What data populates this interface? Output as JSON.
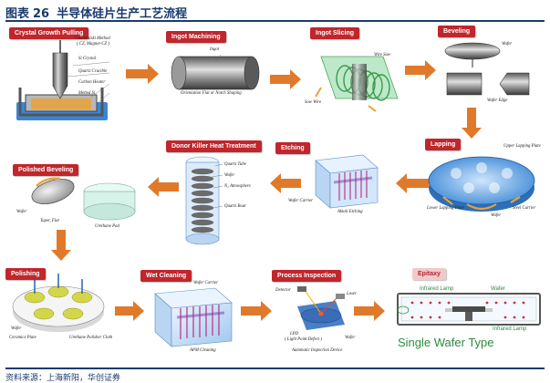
{
  "title": {
    "prefix": "图表",
    "number": "26",
    "text": "半导体硅片生产工艺流程"
  },
  "footer": "资料来源：上海新阳，华创证券",
  "stages": {
    "crystal_growth": "Crystal Growth Pulling",
    "ingot_machining": "Ingot Machining",
    "ingot_slicing": "Ingot Slicing",
    "beveling": "Beveling",
    "lapping": "Lapping",
    "etching": "Etching",
    "donor_killer": "Donor Killer Heat Treatment",
    "polished_beveling": "Polished Beveling",
    "polishing": "Polishing",
    "wet_cleaning": "Wet Cleaning",
    "process_inspection": "Process Inspection",
    "epitaxy": "Epitaxy"
  },
  "annotations": {
    "czochralski": "Czochralski Method",
    "cz_sub": "( CZ, Magnet-CZ )",
    "si_crystal": "Si Crystal",
    "quartz_crucible": "Quartz Crucible",
    "carbon_heater": "Carbon Heater",
    "melted_si": "Melted Si",
    "ingot": "Ingot",
    "orientation": "Orientation Flat or Notch Shaping",
    "wire_saw": "Wire Saw",
    "saw_wire": "Saw Wire",
    "wafer": "Wafer",
    "wafer_edge": "Wafer Edge",
    "upper_lapping": "Upper Lapping Plate",
    "lower_lapping": "Lower Lapping Plate",
    "steel_carrier": "Steel Carrier",
    "lapping_wafer": "Wafer",
    "wafer_carrier": "Wafer Carrier",
    "alkali_etching": "Alkali Etching",
    "quartz_tube": "Quartz Tube",
    "dk_wafer": "Wafer",
    "n2": "N₂ Atmosphere",
    "quartz_boat": "Quartz Boat",
    "pb_wafer": "Wafer",
    "taper_flat": "Taper, Flat",
    "urethane_pad": "Urethane Pad",
    "pol_wafer": "Wafer",
    "ceramics_plate": "Ceramics Plate",
    "urethane_polisher": "Urethane Polisher Cloth",
    "wc_wafer_carrier": "Wafer Carrier",
    "apm_cleaning": "APM Cleaning",
    "detector": "Detector",
    "laser": "Laser",
    "lpd": "LPD",
    "lpd_sub": "( Light Point Defect )",
    "pi_wafer": "Wafer",
    "auto_inspection": "Automatic Inspection Device",
    "infrared_lamp_top": "Infrared Lamp",
    "epi_wafer": "Wafer",
    "infrared_lamp_bottom": "Infrared Lamp",
    "single_wafer_type": "Single Wafer Type"
  },
  "colors": {
    "title": "#1a3b6e",
    "stage_label": "#c0262c",
    "arrow": "#e07a2a",
    "epitaxy_label_bg": "#f2c9c9",
    "epitaxy_green": "#2e8b3e"
  }
}
